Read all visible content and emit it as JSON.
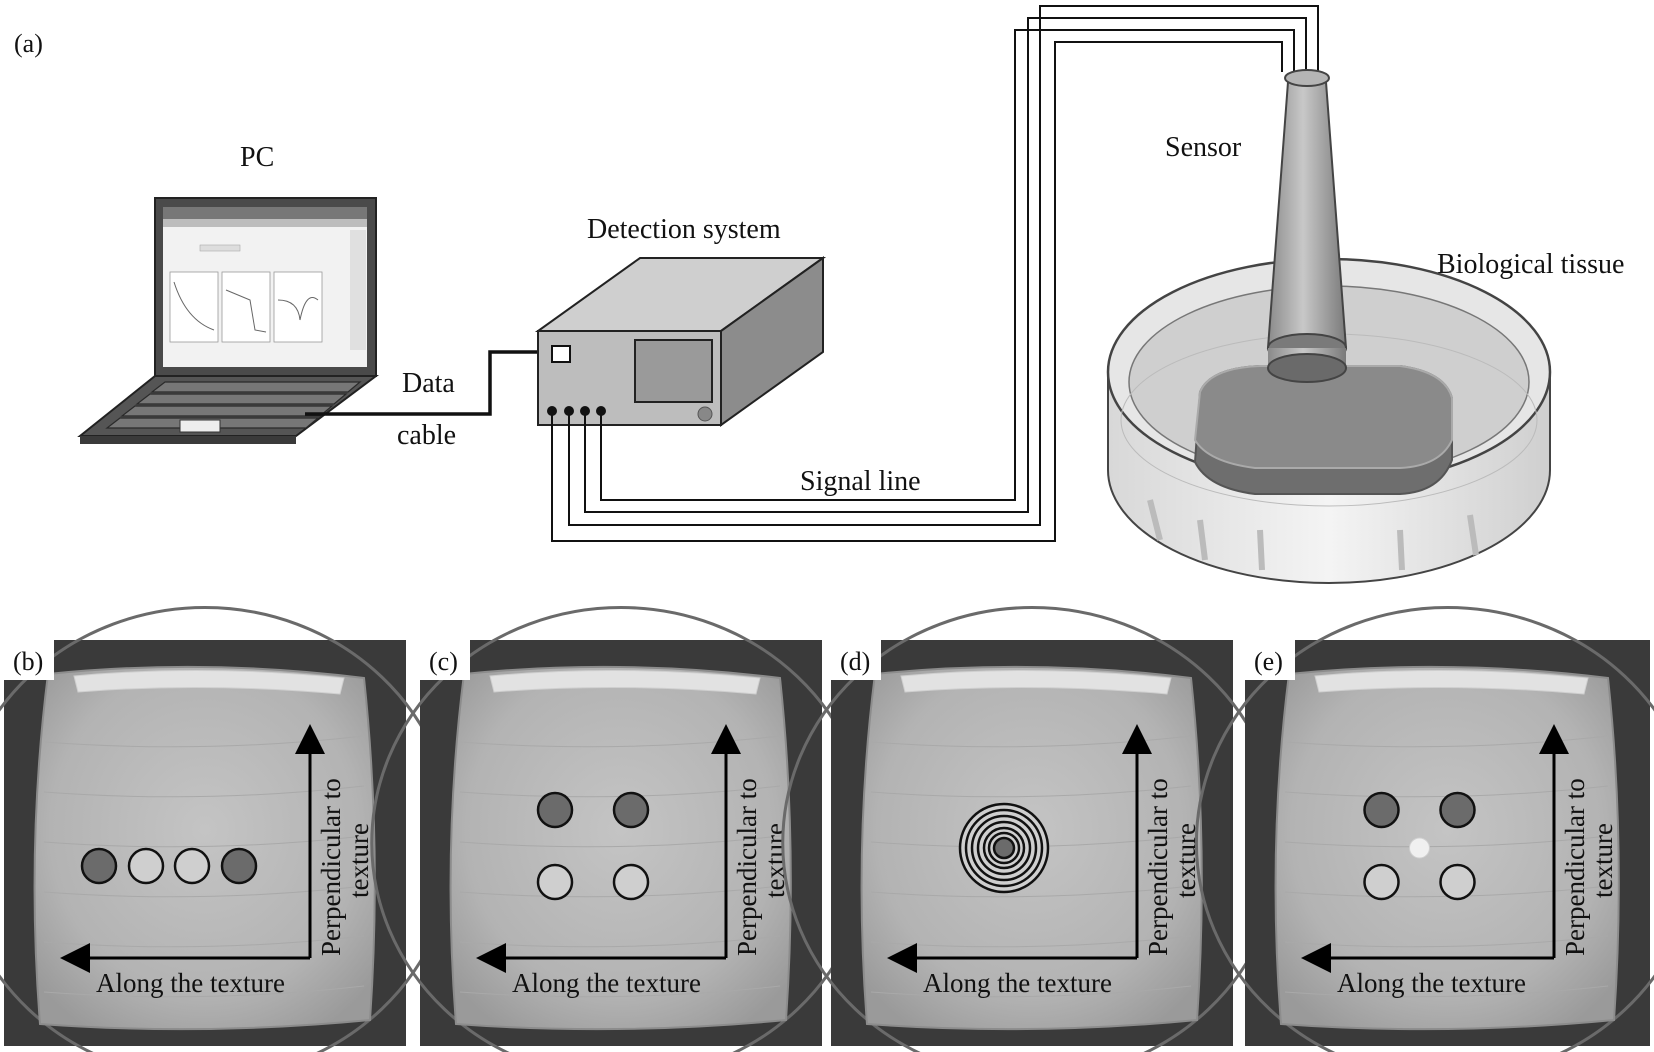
{
  "panel_a": {
    "label": "(a)",
    "pc_label": "PC",
    "data_cable_line1": "Data",
    "data_cable_line2": "cable",
    "detection_label": "Detection system",
    "signal_label": "Signal line",
    "sensor_label": "Sensor",
    "tissue_label": "Biological tissue"
  },
  "panels": [
    {
      "label": "(b)",
      "arrow_x_label": "Along the texture",
      "arrow_y_label_1": "Perpendicular to",
      "arrow_y_label_2": "texture",
      "pattern": "four-in-row"
    },
    {
      "label": "(c)",
      "arrow_x_label": "Along the texture",
      "arrow_y_label_1": "Perpendicular to",
      "arrow_y_label_2": "texture",
      "pattern": "two-by-two"
    },
    {
      "label": "(d)",
      "arrow_x_label": "Along the texture",
      "arrow_y_label_1": "Perpendicular to",
      "arrow_y_label_2": "texture",
      "pattern": "concentric"
    },
    {
      "label": "(e)",
      "arrow_x_label": "Along the texture",
      "arrow_y_label_1": "Perpendicular to",
      "arrow_y_label_2": "texture",
      "pattern": "two-by-two-with-center"
    }
  ],
  "colors": {
    "dark_marker": "#6b6b6b",
    "light_marker": "#cfcfcf",
    "tissue": "#b9b9b9",
    "dish_dark": "#3a3a3a"
  }
}
